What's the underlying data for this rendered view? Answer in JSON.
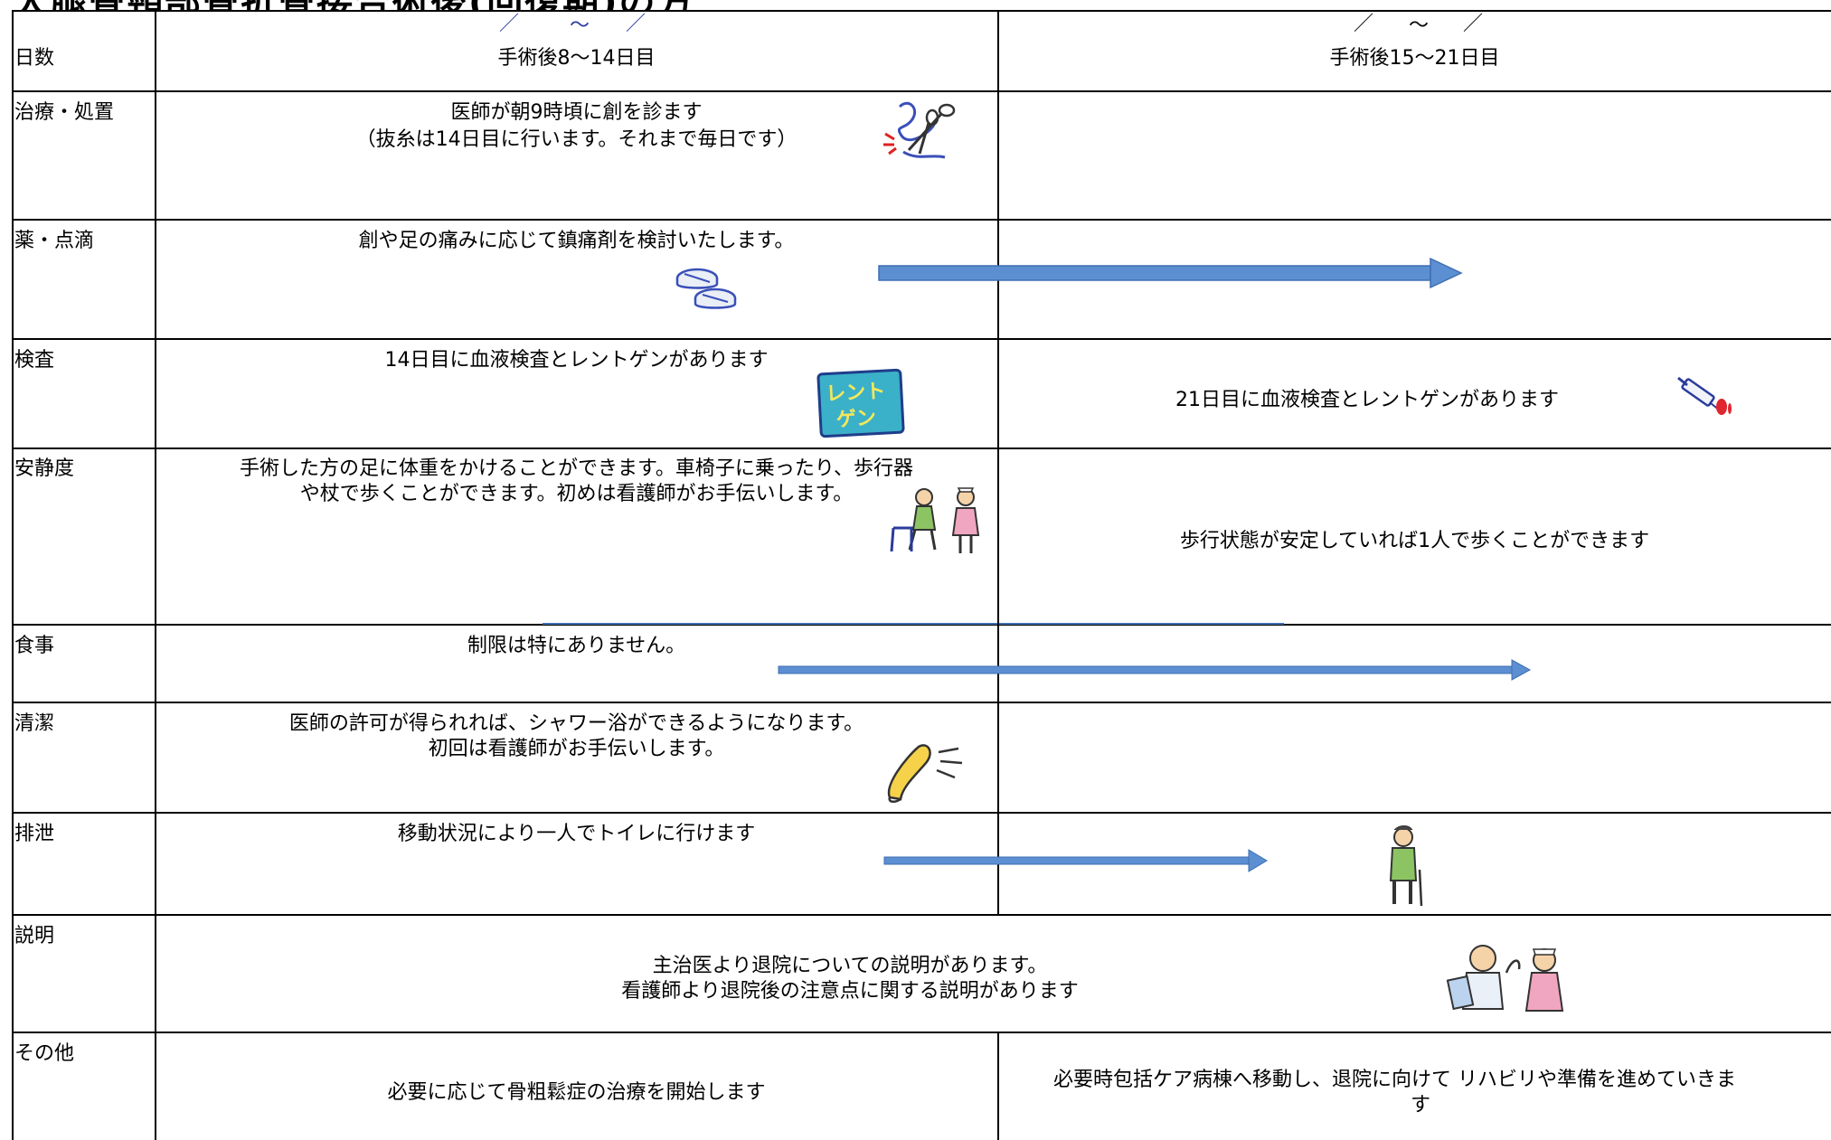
{
  "title": "大腿骨頸部骨折骨接合術後(回復期)の方",
  "date_marks": {
    "col1": {
      "slash1": "／",
      "tilde": "～",
      "slash2": "／"
    },
    "col2": {
      "slash1": "／",
      "tilde": "～",
      "slash2": "／"
    }
  },
  "rows": {
    "days": {
      "label": "日数",
      "col1": "手術後8〜14日目",
      "col2": "手術後15〜21日目"
    },
    "treatment": {
      "label": "治療・処置",
      "col1_line1": "医師が朝9時頃に創を診ます",
      "col1_line2": "（抜糸は14日目に行います。それまで毎日です）",
      "icon": "scissors-suture-icon"
    },
    "medicine": {
      "label": "薬・点滴",
      "col1": "創や足の痛みに応じて鎮痛剤を検討いたします。",
      "icon": "pills-icon"
    },
    "exam": {
      "label": "検査",
      "col1": "14日目に血液検査とレントゲンがあります",
      "col2": "21日目に血液検査とレントゲンがあります",
      "xray_icon_line1": "レント",
      "xray_icon_line2": "ゲン",
      "icon": "syringe-icon"
    },
    "rest": {
      "label": "安静度",
      "col1_line1": "手術した方の足に体重をかけることができます。車椅子に乗ったり、歩行器",
      "col1_line2": "や杖で歩くことができます。初めは看護師がお手伝いします。",
      "col2": "歩行状態が安定していれば1人で歩くことができます",
      "icon": "walker-nurse-icon"
    },
    "meal": {
      "label": "食事",
      "col1": "制限は特にありません。"
    },
    "hygiene": {
      "label": "清潔",
      "col1_line1": "医師の許可が得られれば、シャワー浴ができるようになります。",
      "col1_line2": "初回は看護師がお手伝いします。",
      "icon": "shower-icon"
    },
    "excretion": {
      "label": "排泄",
      "col1": "移動状況により一人でトイレに行けます",
      "icon": "person-cane-icon"
    },
    "explanation": {
      "label": "説明",
      "line1": "主治医より退院についての説明があります。",
      "line2": "看護師より退院後の注意点に関する説明があります",
      "icon": "doctor-nurse-icon"
    },
    "other": {
      "label": "その他",
      "col1": "必要に応じて骨粗鬆症の治療を開始します",
      "col2_line1": "必要時包括ケア病棟へ移動し、退院に向けて リハビリや準備を進めていきま",
      "col2_line2": "す"
    }
  },
  "colors": {
    "arrow_fill": "#5b8fd1",
    "arrow_stroke": "#3f6fb3",
    "grid": "#000000",
    "date_mark": "#2b3ba0"
  }
}
